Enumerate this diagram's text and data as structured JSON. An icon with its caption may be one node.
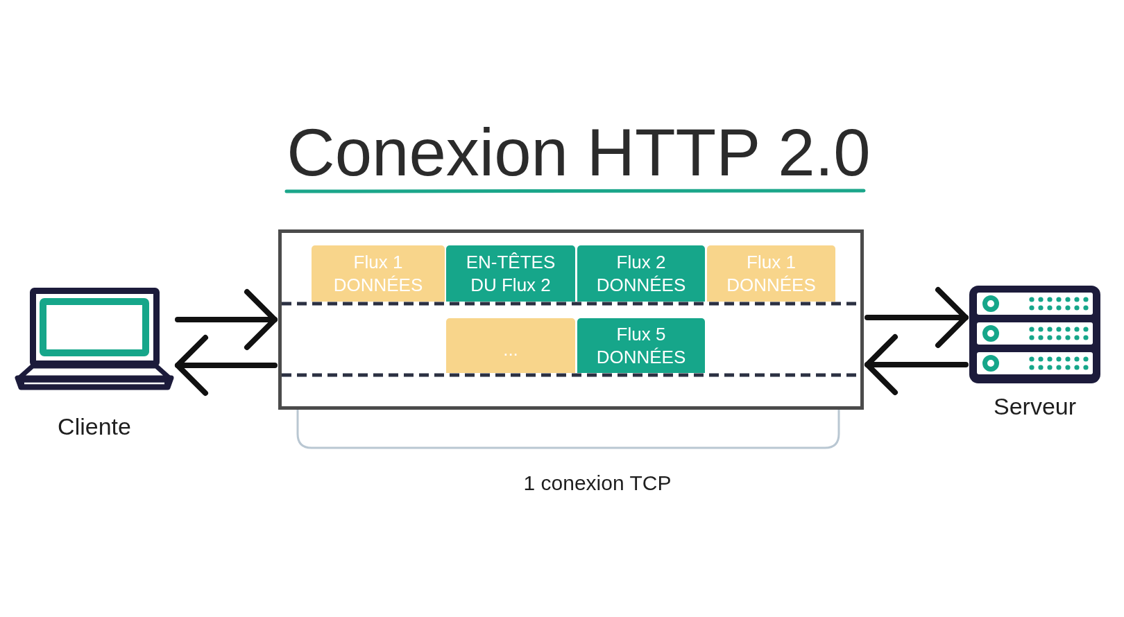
{
  "diagram": {
    "title": "Conexion HTTP 2.0",
    "nodes": [
      {
        "text": [
          "Cliente"
        ]
      },
      {
        "text": [],
        "shape": "box"
      },
      {
        "text": [
          "Flux 1 DONNÉES"
        ],
        "in": 1
      },
      {
        "text": [
          "EN-TÊTES DU Flux 2"
        ],
        "in": 1
      },
      {
        "text": [
          "Flux 2 DONNÉES"
        ],
        "in": 1
      },
      {
        "text": [
          "Flux 1 DONNÉES"
        ],
        "in": 1
      },
      {
        "text": [
          "..."
        ],
        "in": 1
      },
      {
        "text": [
          "Flux 5 DONNÉES"
        ],
        "in": 1
      },
      {
        "text": [
          "Serveur"
        ]
      }
    ],
    "edges": [
      {
        "from": 0,
        "to": 1,
        "arrow": "to"
      },
      {
        "from": 1,
        "to": 0,
        "arrow": "to"
      },
      {
        "from": 1,
        "to": 8,
        "arrow": "to"
      },
      {
        "from": 8,
        "to": 1,
        "arrow": "to"
      }
    ],
    "labels": [
      "1 conexion TCP"
    ]
  }
}
